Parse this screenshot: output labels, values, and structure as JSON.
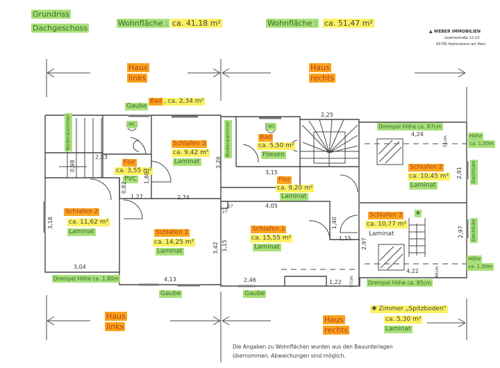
{
  "header": {
    "title_line1": "Grundriss",
    "title_line2": "Dachgeschoss",
    "area_left_label": "Wohnfläche :",
    "area_left_value": "ca. 41,18 m²",
    "area_right_label": "Wohnfläche :",
    "area_right_value": "ca. 51,47 m²"
  },
  "logo": {
    "name": "WEBER IMMOBILIEN",
    "street": "Goethestraße 12-14",
    "city": "65795 Hattersheim am Main"
  },
  "houses": {
    "left_top": [
      "Haus",
      "links"
    ],
    "right_top": [
      "Haus",
      "rechts"
    ],
    "left_bottom": [
      "Haus",
      "links"
    ],
    "right_bottom": [
      "Haus",
      "rechts"
    ]
  },
  "rooms": {
    "bad_left": {
      "name": "Bad",
      "area": ", ca. 2,34 m²",
      "wc": "WC"
    },
    "gaube_top": "Gaube",
    "schlafen3_left": {
      "name": "Schlafen 3",
      "area": "ca. 9,42 m²",
      "floor": "Laminat"
    },
    "flur_left": {
      "name": "Flur",
      "area": "ca. 3,55 m²",
      "floor": "PVC"
    },
    "bodenkammer_1": "Bodenkammer",
    "bodenkammer_2": "Bodenkammer",
    "bad_right": {
      "name": "Bad",
      "area": "ca. 5,50 m²",
      "floor": "Fliesen",
      "wc": "WC"
    },
    "flur_right": {
      "name": "Flur",
      "area": "ca. 9,20 m²",
      "floor": "Laminat"
    },
    "schlafen2_right": {
      "name": "Schlafen 2",
      "area": "ca. 10,45 m²",
      "floor": "Laminat"
    },
    "schlafen2_left": {
      "name": "Schlafen 2",
      "area": "ca. 11,62 m²",
      "floor": "Laminat"
    },
    "schlafen1_left": {
      "name": "Schlafen 1",
      "area": "ca. 14,25 m²",
      "floor": "Laminat"
    },
    "schlafen1_right": {
      "name": "Schlafen 1",
      "area": "ca. 15,55 m²",
      "floor": "Laminat"
    },
    "schlafen3_right": {
      "name": "Schlafen 3",
      "area": "ca. 10,77 m²",
      "floor": "Laminat",
      "marker": "✱"
    },
    "spitzboden": {
      "name": "✱ Zimmer „Spitzboden“",
      "area": "ca. 5,30 m²",
      "floor": "Laminat"
    }
  },
  "notes": {
    "drempel_87": "Drempel Höhe ca. 87cm",
    "hoehe_150_top": [
      "Höhe",
      "ca. 1,50m"
    ],
    "dachluke_1": "Dachluke",
    "dachluke_2": "Dachluke",
    "hoehe_150_bottom": [
      "Höhe",
      "ca. 1,50m"
    ],
    "drempel_85": "Drempel Höhe ca. 85cm",
    "drempel_180": "Drempel Höhe ca. 1,80m",
    "gaube_1": "Gaube",
    "gaube_2": "Gaube",
    "disclaimer_line1": "Die Angaben zu Wohnflächen wurden aus den Bauunterlagen",
    "disclaimer_line2": "übernommen. Abweichungen sind möglich."
  },
  "dimensions": {
    "d253": "2,53",
    "d098": "0,98",
    "d082": "0,82",
    "d180": "1,80",
    "d127": "1,27",
    "d274": "2,74",
    "d326": "3,26",
    "d315a": "3,15",
    "d225": "2,25",
    "d424": "4,24",
    "d291": "2,91",
    "d405": "4,05",
    "d140": "1,40",
    "d115": "1,15",
    "d297a": "2,97",
    "d297b": "2,97",
    "d422": "4,22",
    "d318": "3,18",
    "d304": "3,04",
    "d413": "4,13",
    "d342": "3,42",
    "d315b": "3,15",
    "d246": "2,46",
    "d122": "1,22",
    "d27a": "27",
    "d27b": "27",
    "d57": "57cm",
    "d46": "46cm",
    "d51": "51cm"
  }
}
